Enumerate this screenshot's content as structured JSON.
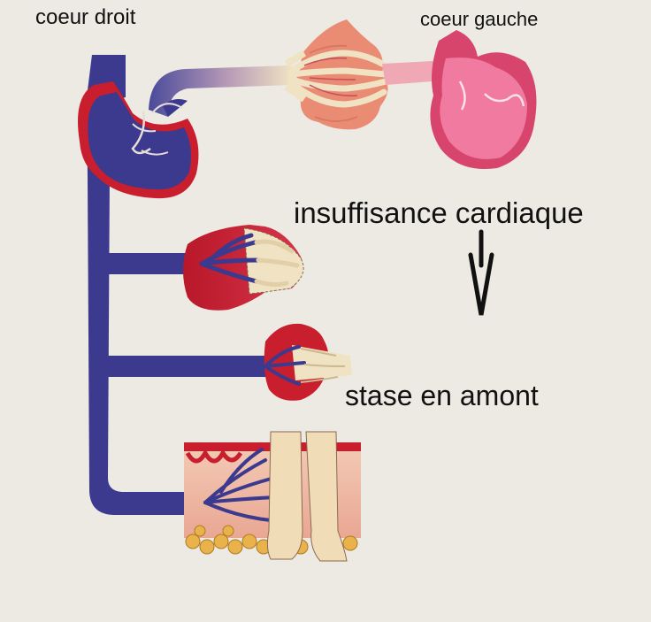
{
  "labels": {
    "right_heart": "coeur droit",
    "left_heart": "coeur gauche",
    "condition": "insuffisance cardiaque",
    "consequence": "stase en amont"
  },
  "colors": {
    "venous_blue": "#3b3a8e",
    "arterial_red": "#c81e2e",
    "left_heart_pink": "#e85a86",
    "lung_salmon": "#ea8c74",
    "congested_cream": "#efe3c4",
    "background": "#eceae2"
  },
  "icons": [
    "down-arrow-icon"
  ]
}
